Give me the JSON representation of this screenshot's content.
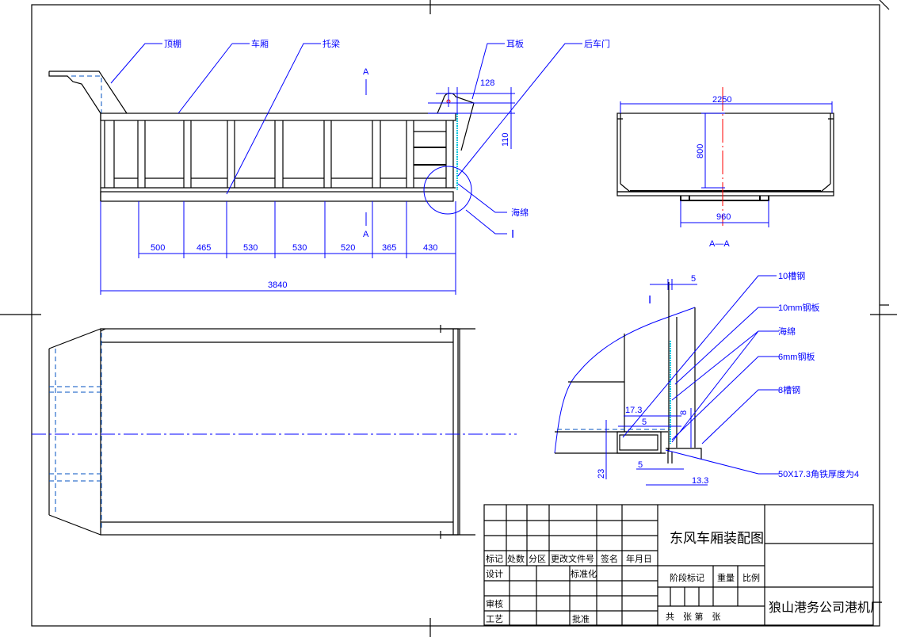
{
  "drawing": {
    "title": "东风车厢装配图",
    "company": "狼山港务公司港机厂"
  },
  "side_view": {
    "labels": {
      "roof": "顶棚",
      "body": "车厢",
      "beam": "托梁",
      "ear_plate": "耳板",
      "rear_door": "后车门",
      "sponge": "海绵",
      "detail": "I",
      "section_mark": "A"
    },
    "dims": {
      "ear_w": "128",
      "ear_h": "110",
      "spacings": [
        "500",
        "465",
        "530",
        "530",
        "520",
        "365",
        "430"
      ],
      "total": "3840"
    }
  },
  "section_view": {
    "width": "2250",
    "height": "800",
    "foot_span": "960",
    "caption": "A—A"
  },
  "detail_view": {
    "mark": "I",
    "labels": [
      "10槽钢",
      "10mm钢板",
      "海绵",
      "6mm钢板",
      "8槽钢",
      "50X17.3角铁厚度为4"
    ],
    "dims": {
      "top": "5",
      "d17": "17.3",
      "d5a": "5",
      "d8": "8",
      "d23": "23",
      "d5b": "5",
      "d13": "13.3"
    }
  },
  "title_block": {
    "header": [
      "标记",
      "处数",
      "分区",
      "更改文件号",
      "签名",
      "年月日"
    ],
    "design": "设计",
    "standard": "标准化",
    "review": "审核",
    "process": "工艺",
    "approve": "批准",
    "stage": "阶段标记",
    "weight": "重量",
    "scale": "比例",
    "sheets": "共　张 第　张"
  },
  "colors": {
    "dimension": "#0000ff",
    "outline": "#000000",
    "centerline": "#ff0000",
    "sponge": "#00c8e0"
  }
}
